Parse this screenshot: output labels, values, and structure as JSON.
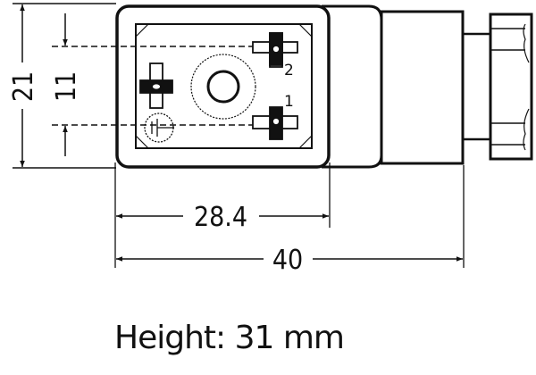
{
  "dimensions": {
    "total_height": "21",
    "pin_spacing": "11",
    "front_length": "28.4",
    "total_length": "40"
  },
  "pins": {
    "pin_top": "2",
    "pin_bottom": "1"
  },
  "caption": "Height: 31 mm",
  "colors": {
    "line": "#111111",
    "background": "#ffffff"
  }
}
